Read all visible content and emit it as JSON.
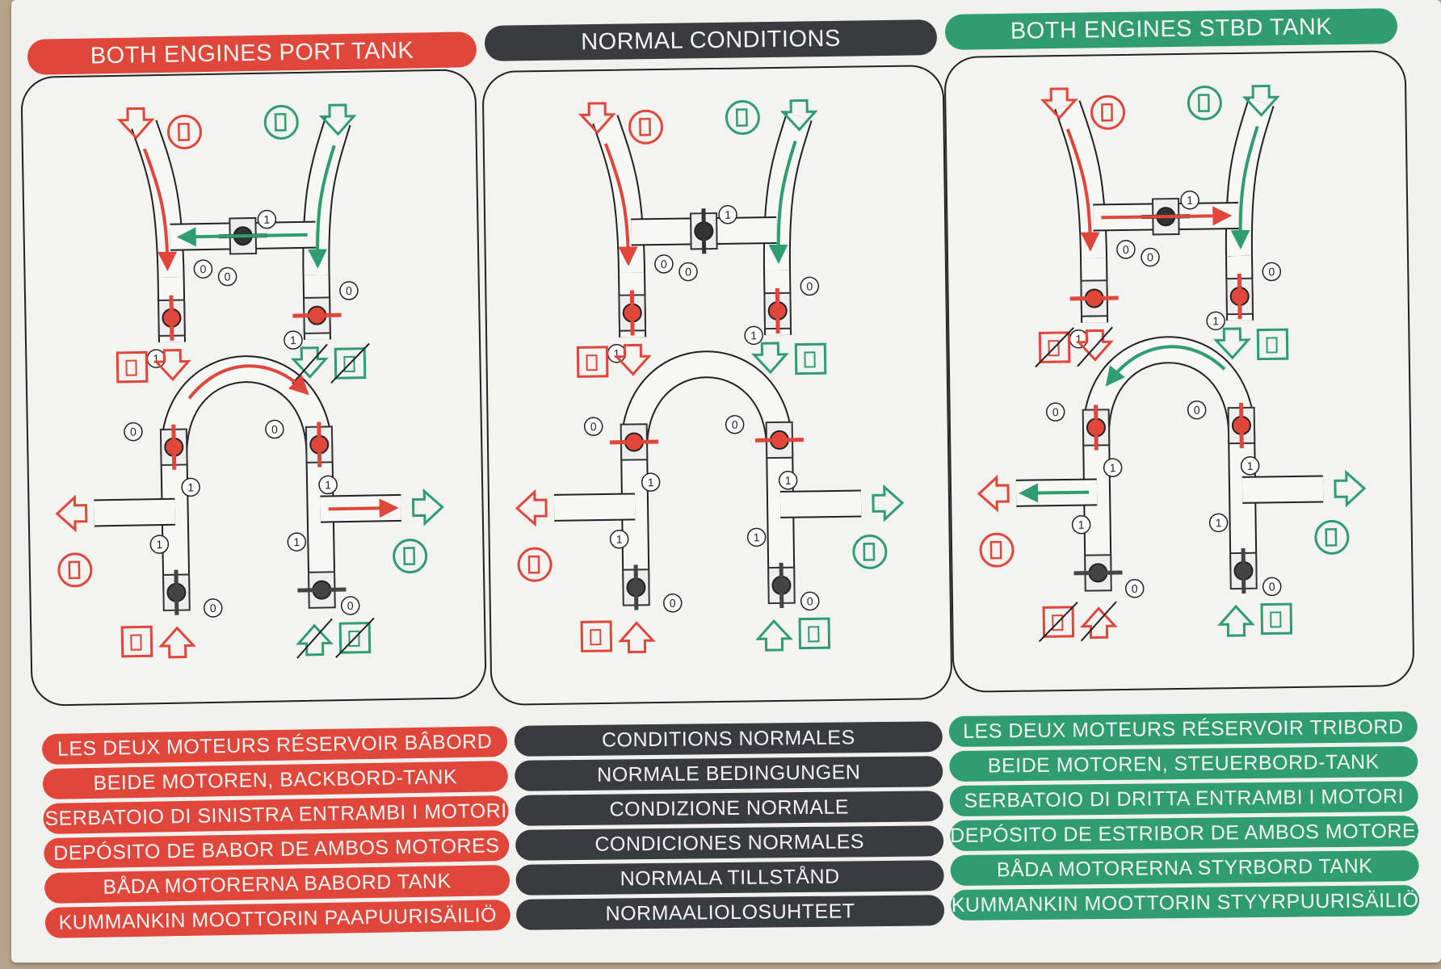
{
  "headers": {
    "port": "BOTH ENGINES PORT TANK",
    "normal": "NORMAL CONDITIONS",
    "stbd": "BOTH ENGINES STBD TANK"
  },
  "markers": {
    "open": "1",
    "closed": "0"
  },
  "colors": {
    "port": "#e0473a",
    "normal": "#3a3b3f",
    "stbd": "#2f9d70"
  },
  "icons": [
    "fuel-pump-icon",
    "fuel-tank-icon",
    "arrow-icon",
    "valve-icon"
  ],
  "translations": {
    "port": [
      "LES DEUX MOTEURS RÉSERVOIR BÂBORD",
      "BEIDE MOTOREN, BACKBORD-TANK",
      "SERBATOIO DI SINISTRA ENTRAMBI I MOTORI",
      "DEPÓSITO DE BABOR DE AMBOS MOTORES",
      "BÅDA MOTORERNA BABORD TANK",
      "KUMMANKIN MOOTTORIN PAAPUURISÄILIÖ"
    ],
    "normal": [
      "CONDITIONS NORMALES",
      "NORMALE BEDINGUNGEN",
      "CONDIZIONE NORMALE",
      "CONDICIONES NORMALES",
      "NORMALA TILLSTÅND",
      "NORMAALIOLOSUHTEET"
    ],
    "stbd": [
      "LES DEUX MOTEURS RÉSERVOIR TRIBORD",
      "BEIDE MOTOREN, STEUERBORD-TANK",
      "SERBATOIO DI DRITTA ENTRAMBI I MOTORI",
      "DEPÓSITO DE ESTRIBOR DE AMBOS MOTORES",
      "BÅDA MOTORERNA STYRBORD TANK",
      "KUMMANKIN MOOTTORIN STYYRPUURISÄILIÖ"
    ]
  }
}
